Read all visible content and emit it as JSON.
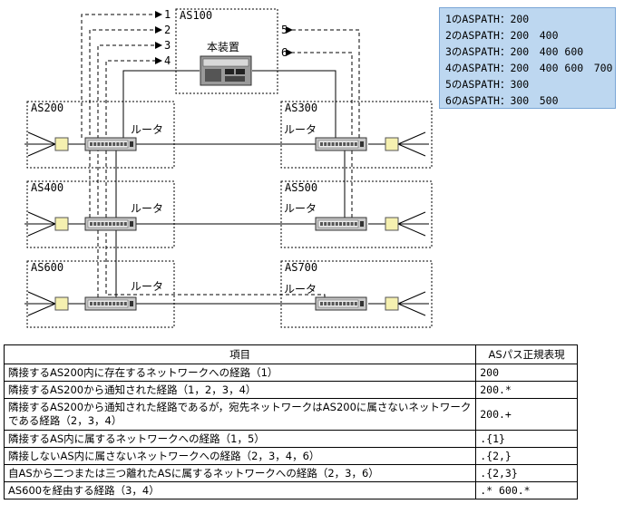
{
  "diagram": {
    "as_labels": {
      "as100": "AS100",
      "as200": "AS200",
      "as300": "AS300",
      "as400": "AS400",
      "as500": "AS500",
      "as600": "AS600",
      "as700": "AS700"
    },
    "device_label": "本装置",
    "router_label": "ルータ",
    "route_numbers": [
      "1",
      "2",
      "3",
      "4",
      "5",
      "6"
    ]
  },
  "legend": [
    "1のASPATH：200",
    "2のASPATH：200　400",
    "3のASPATH：200　400 600",
    "4のASPATH：200　400 600　700",
    "5のASPATH：300",
    "6のASPATH：300　500"
  ],
  "table": {
    "headers": [
      "項目",
      "ASパス正規表現"
    ],
    "rows": [
      {
        "item": "隣接するAS200内に存在するネットワークへの経路（1）",
        "regex": "200"
      },
      {
        "item": "隣接するAS200から通知された経路（1，2，3，4）",
        "regex": "200.*"
      },
      {
        "item": "隣接するAS200から通知された経路であるが，宛先ネットワークはAS200に属さないネットワークである経路（2，3，4）",
        "regex": "200.+"
      },
      {
        "item": "隣接するAS内に属するネットワークへの経路（1，5）",
        "regex": ".{1}"
      },
      {
        "item": "隣接しないAS内に属さないネットワークへの経路（2，3，4，6）",
        "regex": ".{2,}"
      },
      {
        "item": "自ASから二つまたは三つ離れたASに属するネットワークへの経路（2，3，6）",
        "regex": ".{2,3}"
      },
      {
        "item": "AS600を経由する経路（3，4）",
        "regex": ".* 600.*"
      }
    ]
  },
  "colors": {
    "legend_bg": "#bdd7f0",
    "host_fill": "#f5f0b0",
    "router_fill": "#c8c8c8"
  }
}
